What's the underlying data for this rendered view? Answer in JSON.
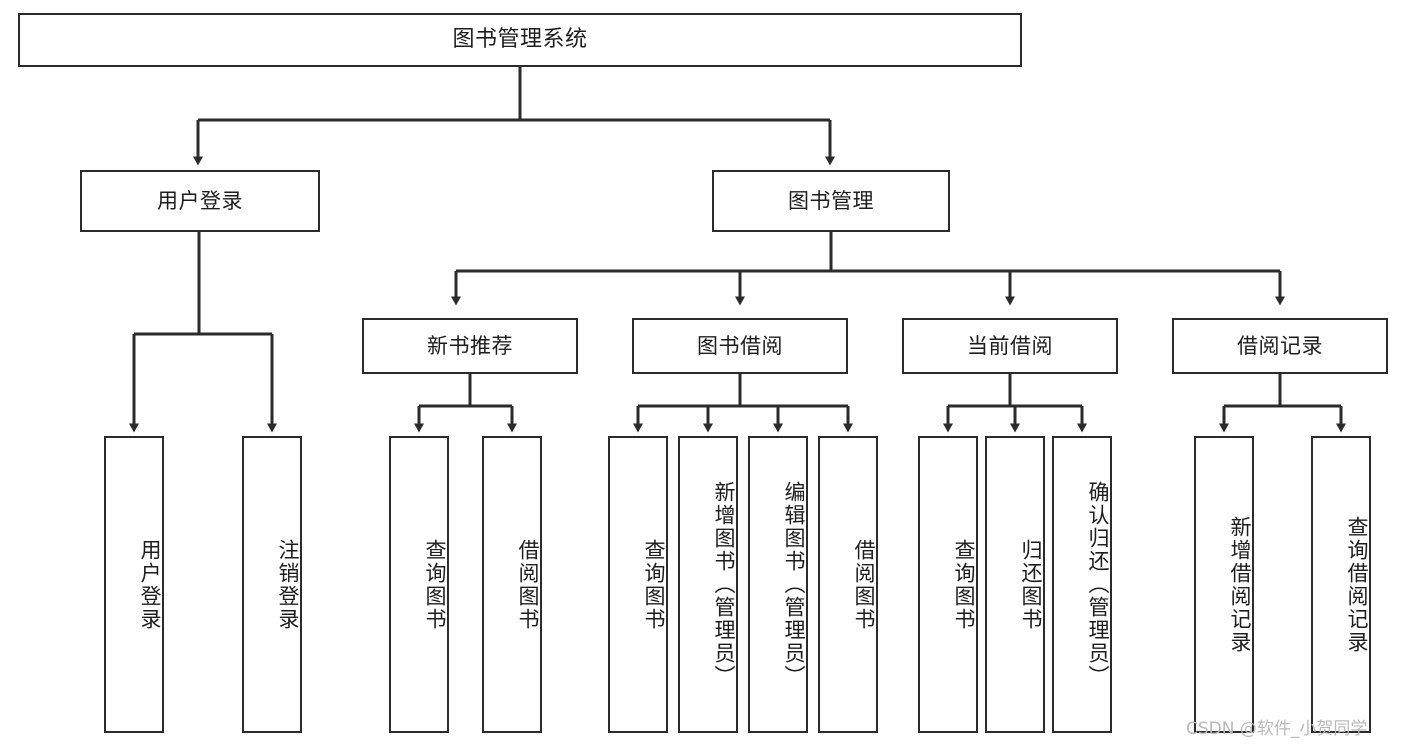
{
  "diagram": {
    "title": "图书管理系统",
    "type": "tree-hierarchy",
    "colors": {
      "stroke": "#2b2b2b",
      "fill": "#ffffff",
      "text": "#1d1d1d",
      "watermark": "#b9b9b9"
    },
    "root": {
      "label": "图书管理系统"
    },
    "level2": [
      {
        "label": "用户登录"
      },
      {
        "label": "图书管理"
      }
    ],
    "level3": [
      {
        "label": "新书推荐"
      },
      {
        "label": "图书借阅"
      },
      {
        "label": "当前借阅"
      },
      {
        "label": "借阅记录"
      }
    ],
    "leaves": [
      {
        "label": "用户登录"
      },
      {
        "label": "注销登录"
      },
      {
        "label": "查询图书"
      },
      {
        "label": "借阅图书"
      },
      {
        "label": "查询图书"
      },
      {
        "label": "新增图书（管理员）"
      },
      {
        "label": "编辑图书（管理员）"
      },
      {
        "label": "借阅图书"
      },
      {
        "label": "查询图书"
      },
      {
        "label": "归还图书"
      },
      {
        "label": "确认归还（管理员）"
      },
      {
        "label": "新增借阅记录"
      },
      {
        "label": "查询借阅记录"
      }
    ],
    "watermark": "CSDN @软件_小贺同学"
  }
}
